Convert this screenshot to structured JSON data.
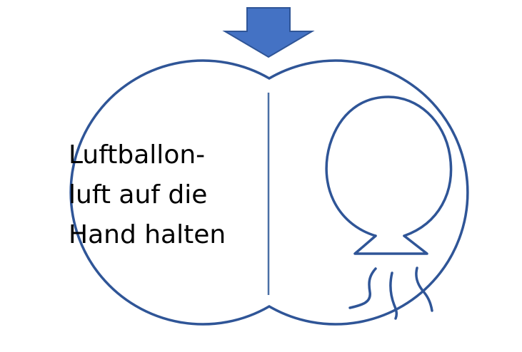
{
  "card": {
    "lines": [
      "Luftballon-",
      "luft auf die",
      "Hand halten"
    ]
  },
  "colors": {
    "outline": "#2F5597",
    "arrow_fill": "#4472C4",
    "divider": "#4A6FA5",
    "text": "#000000",
    "background": "#FFFFFF"
  },
  "icons": {
    "top": "down-arrow-icon",
    "right_half": "balloon-air-icon"
  }
}
